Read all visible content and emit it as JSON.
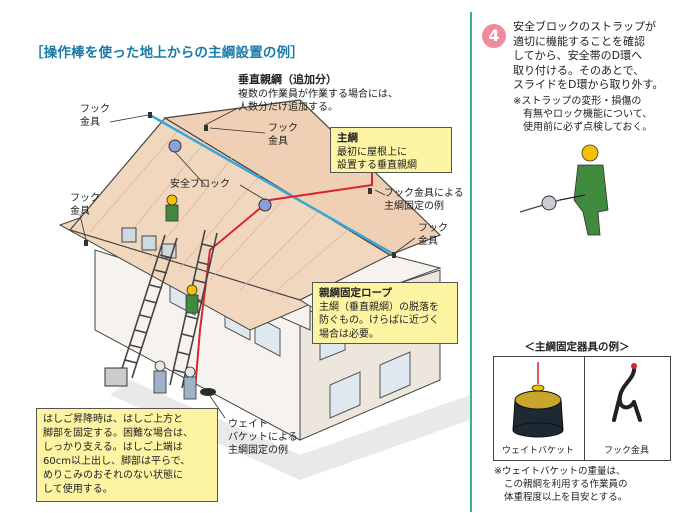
{
  "title": "［操作棒を使った地上からの主綱設置の例］",
  "labels": {
    "vertical_title": "垂直親綱（追加分）",
    "vertical_desc1": "複数の作業員が作業する場合には、",
    "vertical_desc2": "人数分だけ追加する。",
    "hook_tl_1": "フック",
    "hook_tl_2": "金具",
    "hook_tm_1": "フック",
    "hook_tm_2": "金具",
    "hook_l_1": "フック",
    "hook_l_2": "金具",
    "hook_r_1": "フック",
    "hook_r_2": "金具",
    "safety_block": "安全ブロック",
    "main_rope_title": "主綱",
    "main_rope_desc1": "最初に屋根上に",
    "main_rope_desc2": "設置する垂直親綱",
    "hook_fix_1": "フック金具による",
    "hook_fix_2": "主綱固定の例",
    "weight_fix_1": "ウェイト",
    "weight_fix_2": "バケットによる",
    "weight_fix_3": "主綱固定の例"
  },
  "callout_rope": {
    "title": "親綱固定ロープ",
    "l1": "主綱（垂直親綱）の脱落を",
    "l2": "防ぐもの。けらばに近づく",
    "l3": "場合は必要。"
  },
  "callout_ladder": {
    "l1": "はしご昇降時は、はしご上方と",
    "l2": "脚部を固定する。困難な場合は、",
    "l3": "しっかり支える。はしご上端は",
    "l4": "60cm以上出し、脚部は平らで、",
    "l5": "めりこみのおそれのない状態に",
    "l6": "して使用する。"
  },
  "step": {
    "number": "4",
    "l1": "安全ブロックのストラップが",
    "l2": "適切に機能することを確認",
    "l3": "してから、安全帯のD環へ",
    "l4": "取り付ける。そのあとで、",
    "l5": "スライドをD環から取り外す。",
    "note1": "※ストラップの変形・損傷の",
    "note2": "有無やロック機能について、",
    "note3": "使用前に必ず点検しておく。"
  },
  "equipment": {
    "title": "＜主綱固定器具の例＞",
    "weight_bucket": "ウェイトバケット",
    "hook_fitting": "フック金具",
    "note1": "※ウェイトバケットの重量は、",
    "note2": "この親綱を利用する作業員の",
    "note3": "体重程度以上を目安とする。"
  },
  "colors": {
    "title": "#1a7aa8",
    "vertical_rope": "#3aa6d6",
    "main_rope": "#d9262c",
    "callout_fill": "#fcf3a3",
    "roof": "#f2d7bf",
    "worker": "#3f8a3c",
    "helmet": "#f2c200",
    "step_badge": "#f08a9c",
    "divider": "#3fae8c"
  },
  "icons": [
    "safety-block-icon",
    "weight-bucket-icon",
    "hook-fitting-icon",
    "worker-figure",
    "ladder"
  ]
}
